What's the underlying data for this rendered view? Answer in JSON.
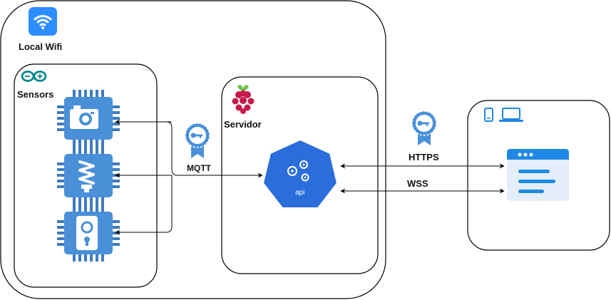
{
  "nodes": {
    "local_network": {
      "label": "Local Wifi",
      "icon": "wifi-icon"
    },
    "sensors": {
      "label": "Sensors",
      "brand_icon": "arduino-icon",
      "devices": [
        {
          "icon": "camera-chip-icon"
        },
        {
          "icon": "lightbulb-chip-icon"
        },
        {
          "icon": "lock-chip-icon"
        }
      ]
    },
    "server": {
      "label": "Servidor",
      "brand_icon": "raspberry-pi-icon",
      "api_label": "api"
    },
    "client": {
      "device_icons": [
        "phone-icon",
        "laptop-icon"
      ],
      "app_icon": "browser-window-icon"
    }
  },
  "edges": {
    "mqtt": {
      "label": "MQTT",
      "icon": "certificate-icon"
    },
    "https": {
      "label": "HTTPS",
      "icon": "certificate-icon"
    },
    "wss": {
      "label": "WSS"
    }
  },
  "colors": {
    "primary_blue": "#4A90D9",
    "chip_blue": "#3F7BC0",
    "api_blue": "#2B6DDB",
    "arduino_teal": "#00878F",
    "raspberry_red": "#C51A4A",
    "raspberry_green": "#6CC04A",
    "browser_blue": "#1E88E5",
    "browser_light": "#E3EEF8",
    "outline": "#000000"
  }
}
